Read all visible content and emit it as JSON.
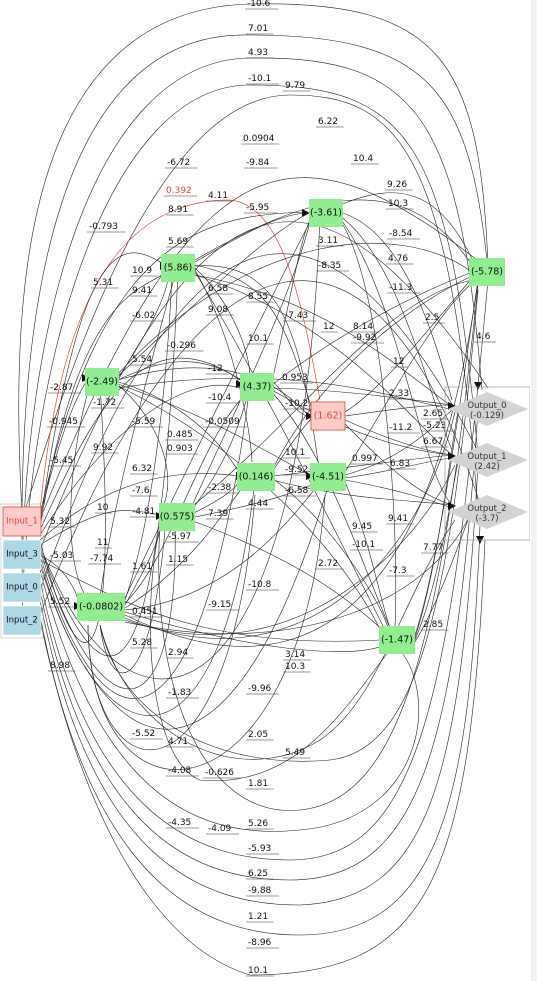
{
  "nodes": {
    "input_1": "Input_1",
    "input_3": "Input_3",
    "input_0": "Input_0",
    "input_2": "Input_2",
    "h_249": "(-2.49)",
    "h_586": "(5.86)",
    "h_361": "(-3.61)",
    "h_578": "(-5.78)",
    "h_437": "(4.37)",
    "h_162": "(1.62)",
    "h_0146": "(0.146)",
    "h_451": "(-4.51)",
    "h_0575": "(0.575)",
    "h_0802": "(-0.0802)",
    "h_147": "(-1.47)",
    "out0_name": "Output_0",
    "out0_val": "(-0.129)",
    "out1_name": "Output_1",
    "out1_val": "(2.42)",
    "out2_name": "Output_2",
    "out2_val": "(-3.7)"
  },
  "edge_labels": [
    "-10.6",
    "7.01",
    "4.93",
    "-10.1",
    "9.79",
    "6.22",
    "0.0904",
    "-6.72",
    "-9.84",
    "10.4",
    "0.392",
    "4.11",
    "9.26",
    "8.91",
    "-5.95",
    "10.3",
    "-0.793",
    "3.11",
    "-8.54",
    "5.69",
    "4.76",
    "10.9",
    "-8.35",
    "5.31",
    "9.41",
    "6.58",
    "-11.3",
    "8.55",
    "2.5",
    "-6.02",
    "9.08",
    "-7.43",
    "12",
    "8.14",
    "-9.92",
    "4.6",
    "10.1",
    "-0.296",
    "12",
    "5.54",
    "-12",
    "0.953",
    "-2.87",
    "2.33",
    "-1.72",
    "-10.4",
    "-10.2",
    "2.65",
    "-0.945",
    "-5.59",
    "-5.23",
    "0.485",
    "-0.0509",
    "-11.2",
    "6.67",
    "9.92",
    "0.903",
    "10.1",
    "0.997",
    "-5.45",
    "6.83",
    "6.32",
    "-9.52",
    "-7.6",
    "-2.38",
    "-6.58",
    "10",
    "-4.81",
    "7.39",
    "4.44",
    "9.45",
    "9.41",
    "5.32",
    "-5.97",
    "11",
    "-10.1",
    "7.77",
    "-5.03",
    "-7.74",
    "1.15",
    "2.72",
    "1.61",
    "-7.3",
    "5.52",
    "-10.8",
    "0.451",
    "-9.15",
    "2.85",
    "5.28",
    "2.94",
    "3.14",
    "10.3",
    "8.98",
    "-1.83",
    "-9.96",
    "-5.52",
    "4.71",
    "2.05",
    "5.49",
    "-4.08",
    "-0.626",
    "1.81",
    "-4.35",
    "-4.09",
    "5.26",
    "-5.93",
    "6.25",
    "-9.88",
    "1.21",
    "-8.96",
    "10.1"
  ]
}
